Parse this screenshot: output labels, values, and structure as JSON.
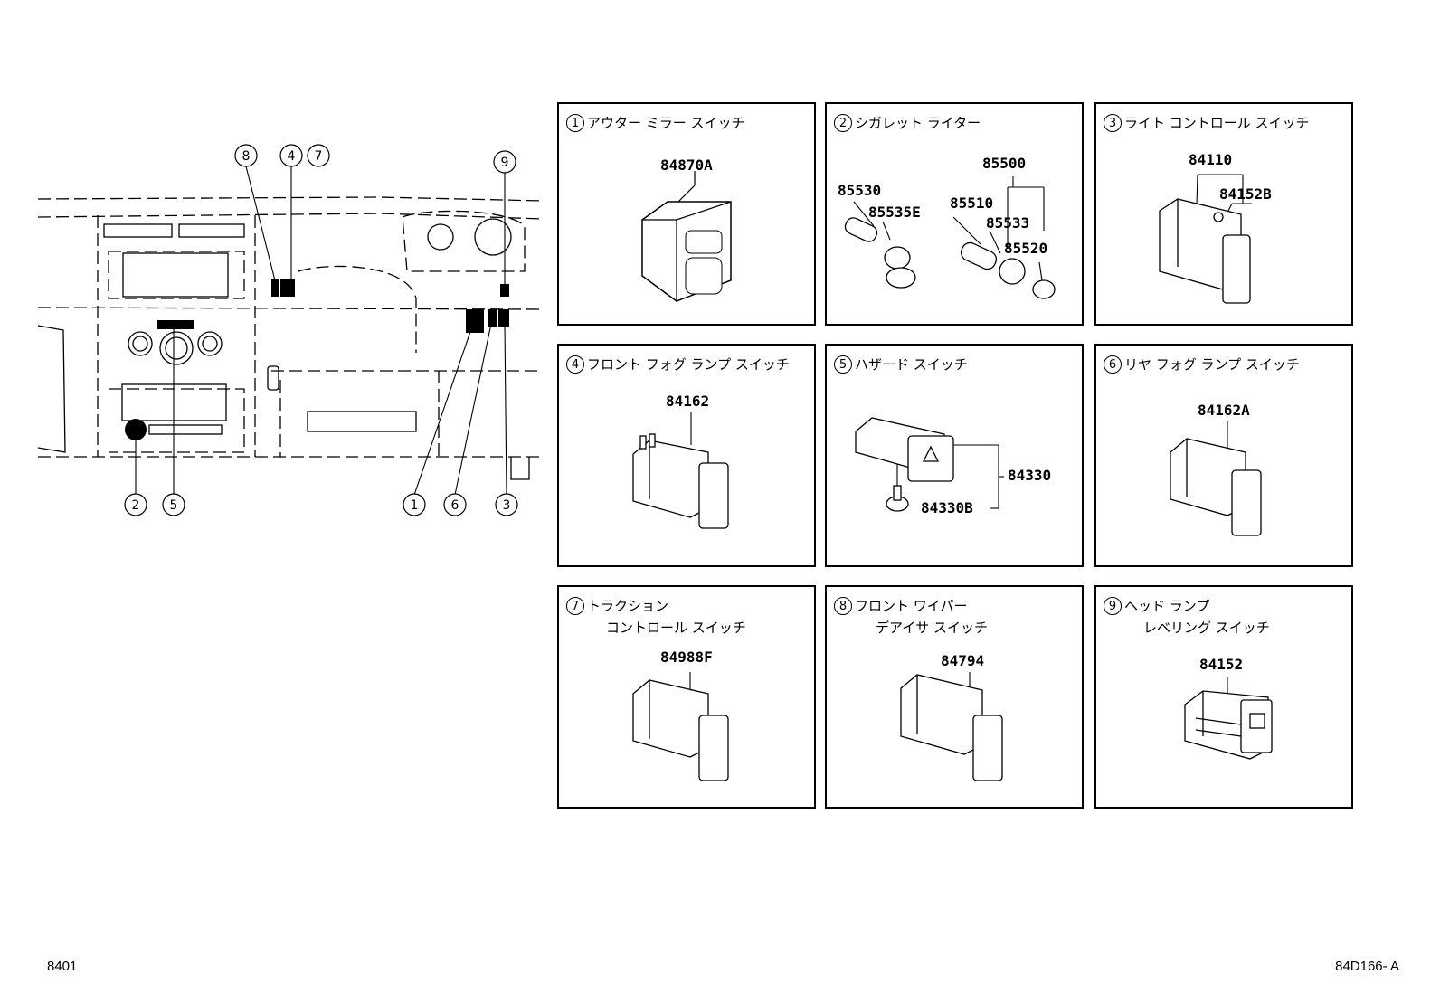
{
  "overview": {
    "callouts": [
      "⑧",
      "④⑦",
      "⑨",
      "②",
      "⑤",
      "①",
      "⑥",
      "③"
    ]
  },
  "panels": [
    {
      "num": "1",
      "title": "アウター ミラー スイッチ",
      "title2": "",
      "parts": [
        "84870A"
      ]
    },
    {
      "num": "2",
      "title": "シガレット ライター",
      "title2": "",
      "parts": [
        "85500",
        "85530",
        "85535E",
        "85510",
        "85533",
        "85520"
      ]
    },
    {
      "num": "3",
      "title": "ライト コントロール スイッチ",
      "title2": "",
      "parts": [
        "84110",
        "84152B"
      ]
    },
    {
      "num": "4",
      "title": "フロント フォグ ランプ スイッチ",
      "title2": "",
      "parts": [
        "84162"
      ]
    },
    {
      "num": "5",
      "title": "ハザード スイッチ",
      "title2": "",
      "parts": [
        "84330",
        "84330B"
      ]
    },
    {
      "num": "6",
      "title": "リヤ フォグ ランプ スイッチ",
      "title2": "",
      "parts": [
        "84162A"
      ]
    },
    {
      "num": "7",
      "title": "トラクション",
      "title2": "コントロール スイッチ",
      "parts": [
        "84988F"
      ]
    },
    {
      "num": "8",
      "title": "フロント ワイパー",
      "title2": "デアイサ スイッチ",
      "parts": [
        "84794"
      ]
    },
    {
      "num": "9",
      "title": "ヘッド ランプ",
      "title2": "レベリング スイッチ",
      "parts": [
        "84152"
      ]
    }
  ],
  "footer": {
    "left": "8401",
    "right": "84D166- A"
  }
}
